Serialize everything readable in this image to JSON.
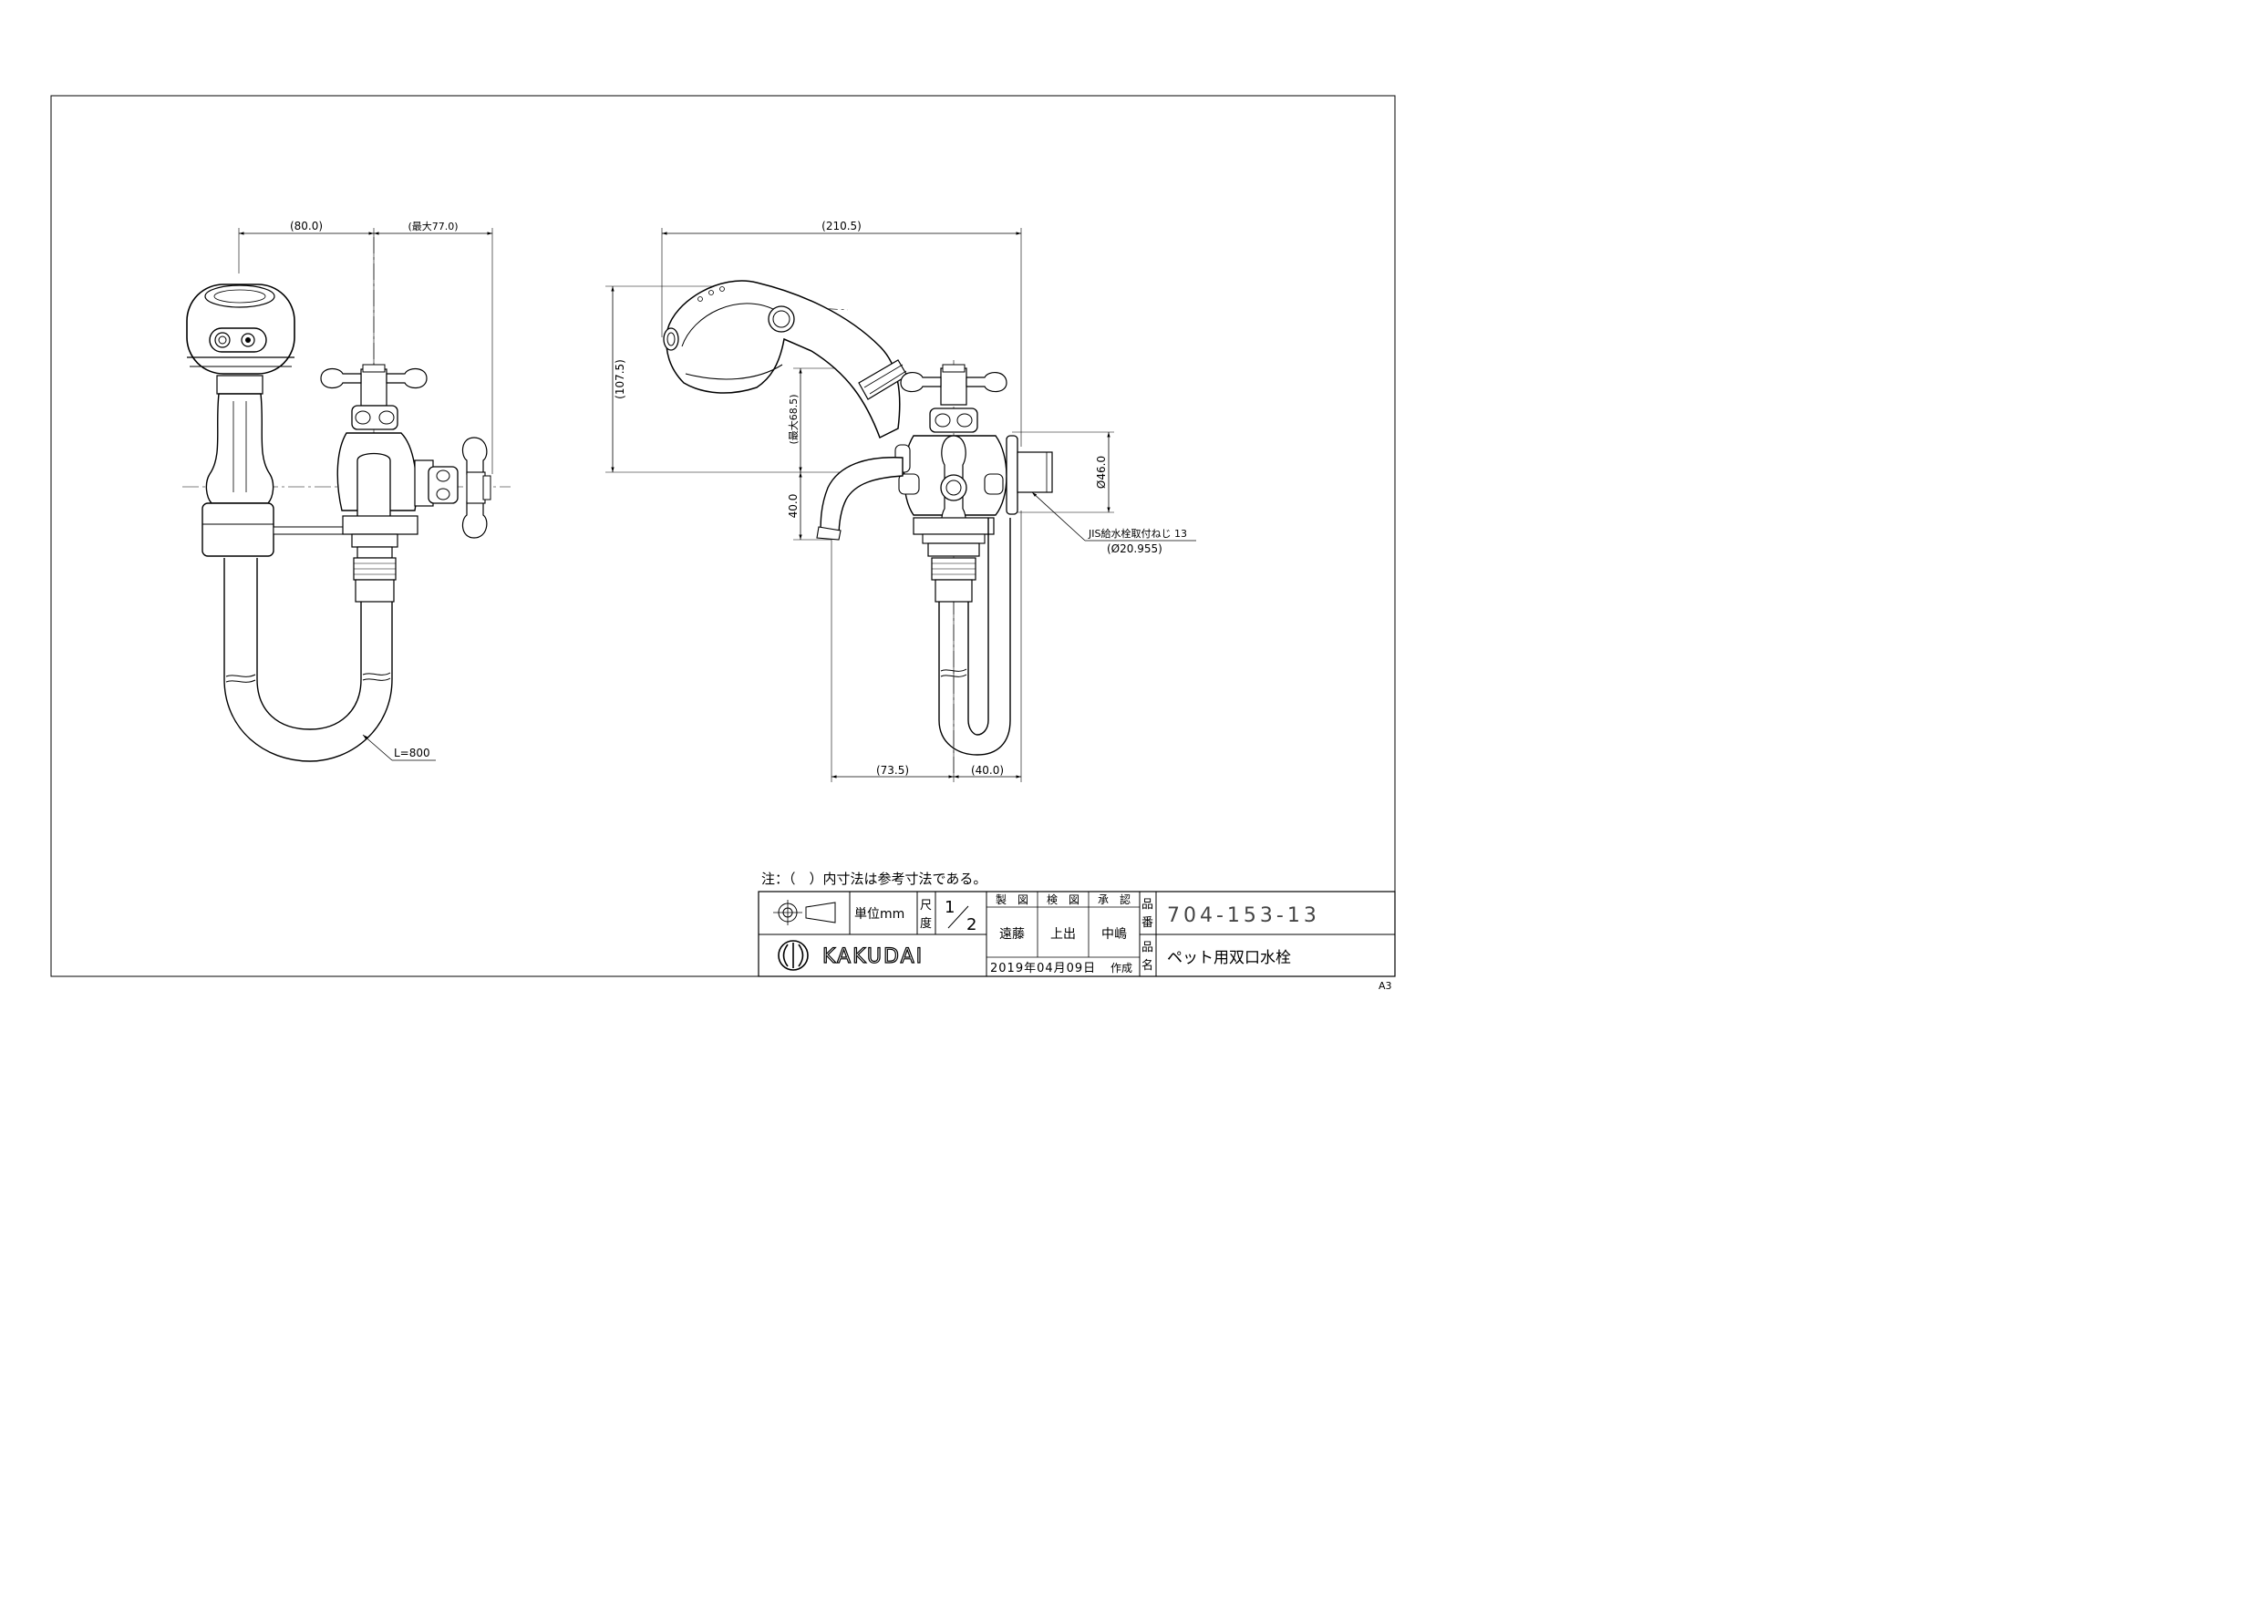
{
  "dimensions": {
    "left_width": "(80.0)",
    "left_reach": "(最大77.0)",
    "overall_width": "(210.5)",
    "overall_height": "(107.5)",
    "max_height": "(最大68.5)",
    "spout_height": "40.0",
    "diameter": "Ø46.0",
    "spout_reach": "(73.5)",
    "body_offset": "(40.0)",
    "hose_length": "L=800"
  },
  "annotations": {
    "thread_label": "JIS給水栓取付ねじ 13",
    "thread_size": "(Ø20.955)"
  },
  "note": "注：（　）内寸法は参考寸法である。",
  "title_block": {
    "unit_label": "単位mm",
    "scale_label_1": "尺",
    "scale_label_2": "度",
    "scale_num": "1",
    "scale_den": "2",
    "drawn_header": "製　図",
    "checked_header": "検　図",
    "approved_header": "承　認",
    "drawn_by": "遠藤",
    "checked_by": "上出",
    "approved_by": "中嶋",
    "part_no_label_1": "品",
    "part_no_label_2": "番",
    "part_no": "704-153-13",
    "part_name_label_1": "品",
    "part_name_label_2": "名",
    "part_name": "ペット用双口水栓",
    "date": "2019年04月09日",
    "created": "作成",
    "brand": "KAKUDAI"
  },
  "sheet_size": "A3"
}
